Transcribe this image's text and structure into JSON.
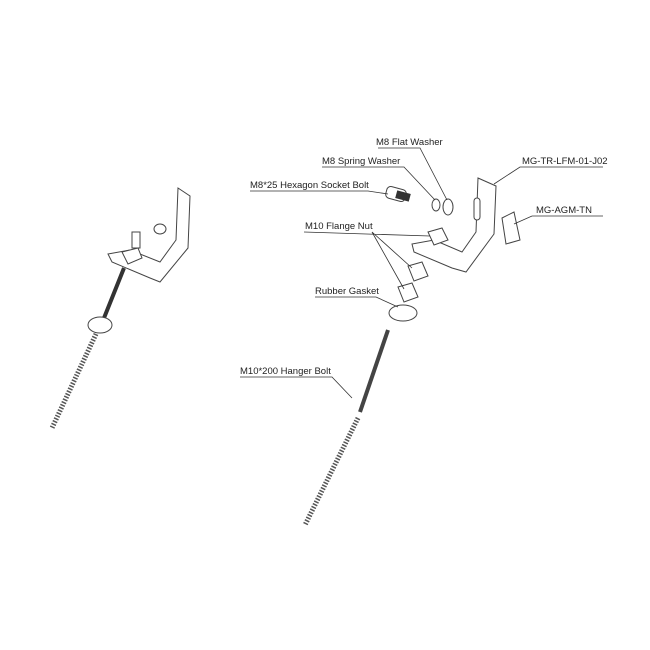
{
  "labels": {
    "flat_washer": "M8 Flat Washer",
    "spring_washer": "M8 Spring Washer",
    "socket_bolt": "M8*25 Hexagon Socket Bolt",
    "bracket": "MG-TR-LFM-01-J02",
    "t_nut": "MG-AGM-TN",
    "flange_nut": "M10 Flange Nut",
    "rubber_gasket": "Rubber Gasket",
    "hanger_bolt": "M10*200 Hanger Bolt"
  }
}
